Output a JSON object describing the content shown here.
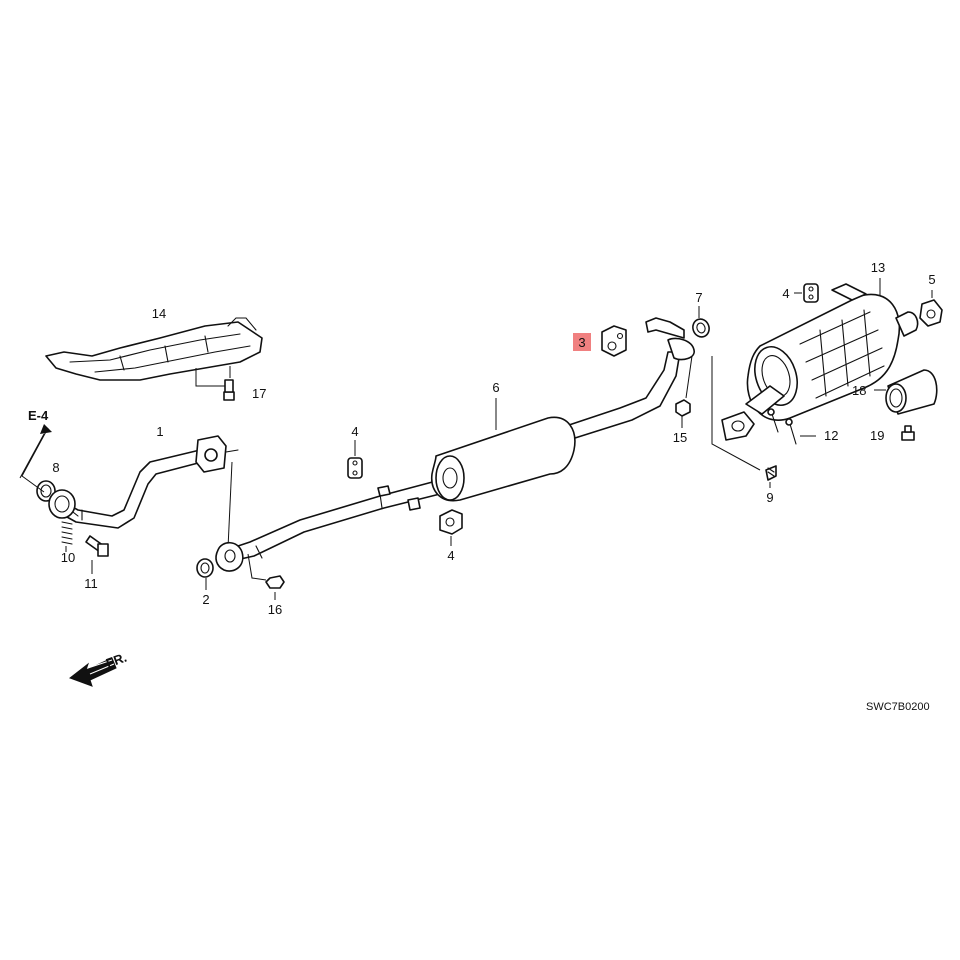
{
  "diagram": {
    "code": "SWC7B0200",
    "section_ref": "E-4",
    "direction_label": "FR.",
    "highlight_color": "#f08080",
    "highlighted_part": "3",
    "callouts": [
      {
        "id": "1",
        "text": "1"
      },
      {
        "id": "2",
        "text": "2"
      },
      {
        "id": "3",
        "text": "3"
      },
      {
        "id": "4a",
        "text": "4"
      },
      {
        "id": "4b",
        "text": "4"
      },
      {
        "id": "4c",
        "text": "4"
      },
      {
        "id": "5",
        "text": "5"
      },
      {
        "id": "6",
        "text": "6"
      },
      {
        "id": "7",
        "text": "7"
      },
      {
        "id": "8",
        "text": "8"
      },
      {
        "id": "9",
        "text": "9"
      },
      {
        "id": "10",
        "text": "10"
      },
      {
        "id": "11",
        "text": "11"
      },
      {
        "id": "12",
        "text": "12"
      },
      {
        "id": "13",
        "text": "13"
      },
      {
        "id": "14",
        "text": "14"
      },
      {
        "id": "15",
        "text": "15"
      },
      {
        "id": "16",
        "text": "16"
      },
      {
        "id": "17",
        "text": "17"
      },
      {
        "id": "18",
        "text": "18"
      },
      {
        "id": "19",
        "text": "19"
      }
    ]
  }
}
